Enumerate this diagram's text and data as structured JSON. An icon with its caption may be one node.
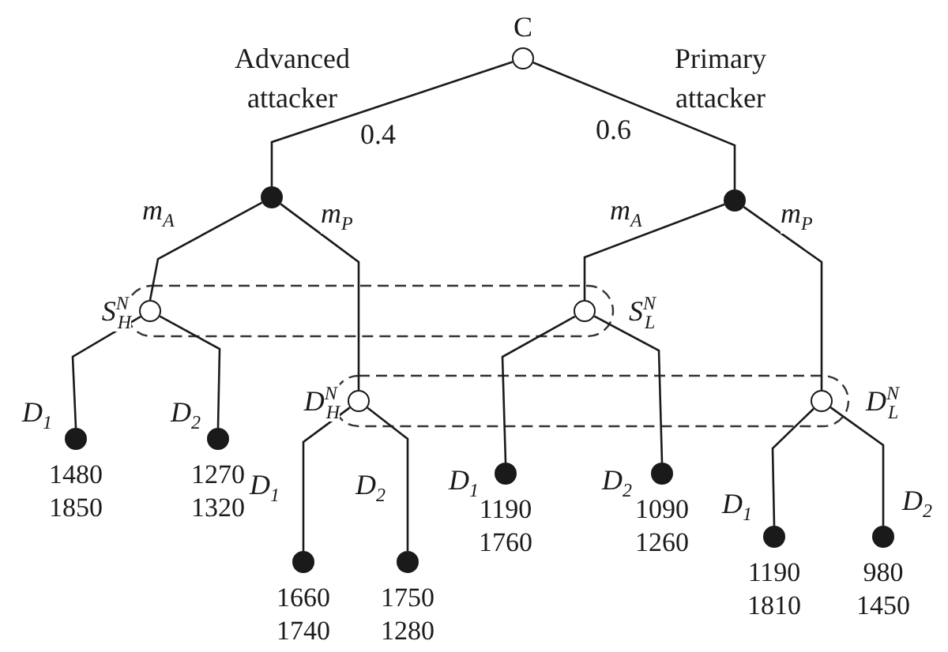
{
  "diagram": {
    "nodes": [
      {
        "text": [],
        "shape": "circle",
        "beside": [
          "C"
        ]
      },
      {
        "text": [],
        "shape": "dot"
      },
      {
        "text": [],
        "shape": "dot"
      },
      {
        "text": [],
        "shape": "circle",
        "beside": [
          "*S*$^{N}$$_{H}$"
        ]
      },
      {
        "text": [],
        "shape": "circle",
        "beside": [
          "*D*$^{N}$$_{H}$"
        ]
      },
      {
        "text": [],
        "shape": "circle",
        "beside": [
          "*S*$^{N}$$_{L}$"
        ]
      },
      {
        "text": [],
        "shape": "circle",
        "beside": [
          "*D*$^{N}$$_{L}$"
        ]
      },
      {
        "text": [],
        "shape": "dot",
        "beside": [
          "1480",
          "1850"
        ]
      },
      {
        "text": [],
        "shape": "dot",
        "beside": [
          "1270",
          "1320"
        ]
      },
      {
        "text": [],
        "shape": "dot",
        "beside": [
          "1660",
          "1740"
        ]
      },
      {
        "text": [],
        "shape": "dot",
        "beside": [
          "1750",
          "1280"
        ]
      },
      {
        "text": [],
        "shape": "dot",
        "beside": [
          "1190",
          "1760"
        ]
      },
      {
        "text": [],
        "shape": "dot",
        "beside": [
          "1090",
          "1260"
        ]
      },
      {
        "text": [],
        "shape": "dot",
        "beside": [
          "1190",
          "1810"
        ]
      },
      {
        "text": [],
        "shape": "dot",
        "beside": [
          "980",
          "1450"
        ]
      }
    ],
    "edges": [
      {
        "from": 0,
        "to": 1,
        "arrow": "none",
        "label": "0.4"
      },
      {
        "from": 0,
        "to": 2,
        "arrow": "none",
        "label": "0.6"
      },
      {
        "from": 1,
        "to": 3,
        "arrow": "none",
        "label": "*m*$_{A}$"
      },
      {
        "from": 1,
        "to": 4,
        "arrow": "none",
        "label": "*m*$_{P}$"
      },
      {
        "from": 2,
        "to": 5,
        "arrow": "none",
        "label": "*m*$_{A}$"
      },
      {
        "from": 2,
        "to": 6,
        "arrow": "none",
        "label": "*m*$_{P}$"
      },
      {
        "from": 3,
        "to": 7,
        "arrow": "none",
        "label": "*D*$_{1}$"
      },
      {
        "from": 3,
        "to": 8,
        "arrow": "none",
        "label": "*D*$_{2}$"
      },
      {
        "from": 4,
        "to": 9,
        "arrow": "none",
        "label": "*D*$_{1}$"
      },
      {
        "from": 4,
        "to": 10,
        "arrow": "none",
        "label": "*D*$_{2}$"
      },
      {
        "from": 5,
        "to": 11,
        "arrow": "none",
        "label": "*D*$_{1}$"
      },
      {
        "from": 5,
        "to": 12,
        "arrow": "none",
        "label": "*D*$_{2}$"
      },
      {
        "from": 6,
        "to": 13,
        "arrow": "none",
        "label": "*D*$_{1}$"
      },
      {
        "from": 6,
        "to": 14,
        "arrow": "none",
        "label": "*D*$_{2}$"
      }
    ],
    "labels": [
      "Advanced attacker",
      "Primary attacker"
    ]
  }
}
